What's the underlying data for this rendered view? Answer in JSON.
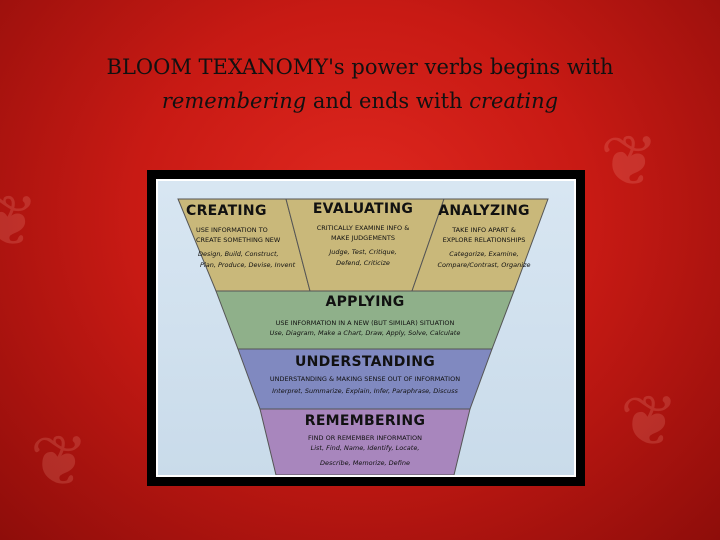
{
  "slide": {
    "title_line1": "BLOOM TEXANOMY's power verbs begins with",
    "title_italic1": "remembering",
    "title_mid": " and ends with ",
    "title_italic2": "creating"
  },
  "pyramid": {
    "creating": {
      "title": "CREATING",
      "desc1": "USE INFORMATION TO",
      "desc2": "CREATE SOMETHING NEW",
      "verbs1": "Design, Build, Construct,",
      "verbs2": "Plan, Produce, Devise, Invent",
      "color": "#c9b87a"
    },
    "evaluating": {
      "title": "EVALUATING",
      "desc1": "CRITICALLY EXAMINE INFO &",
      "desc2": "MAKE JUDGEMENTS",
      "verbs1": "Judge, Test, Critique,",
      "verbs2": "Defend, Criticize",
      "color": "#c9b87a"
    },
    "analyzing": {
      "title": "ANALYZING",
      "desc1": "TAKE INFO APART &",
      "desc2": "EXPLORE RELATIONSHIPS",
      "verbs1": "Categorize, Examine,",
      "verbs2": "Compare/Contrast, Organize",
      "color": "#c9b87a"
    },
    "applying": {
      "title": "APPLYING",
      "desc": "USE INFORMATION IN A NEW (BUT SIMILAR) SITUATION",
      "verbs": "Use, Diagram, Make a Chart, Draw, Apply, Solve, Calculate",
      "color": "#8fb08a"
    },
    "understanding": {
      "title": "UNDERSTANDING",
      "desc": "UNDERSTANDING & MAKING SENSE OUT OF INFORMATION",
      "verbs": "Interpret, Summarize, Explain, Infer, Paraphrase, Discuss",
      "color": "#8089c0"
    },
    "remembering": {
      "title": "REMEMBERING",
      "desc": "FIND OR REMEMBER INFORMATION",
      "verbs1": "List, Find, Name, Identify, Locate,",
      "verbs2": "Describe, Memorize, Define",
      "color": "#a886bd"
    }
  }
}
